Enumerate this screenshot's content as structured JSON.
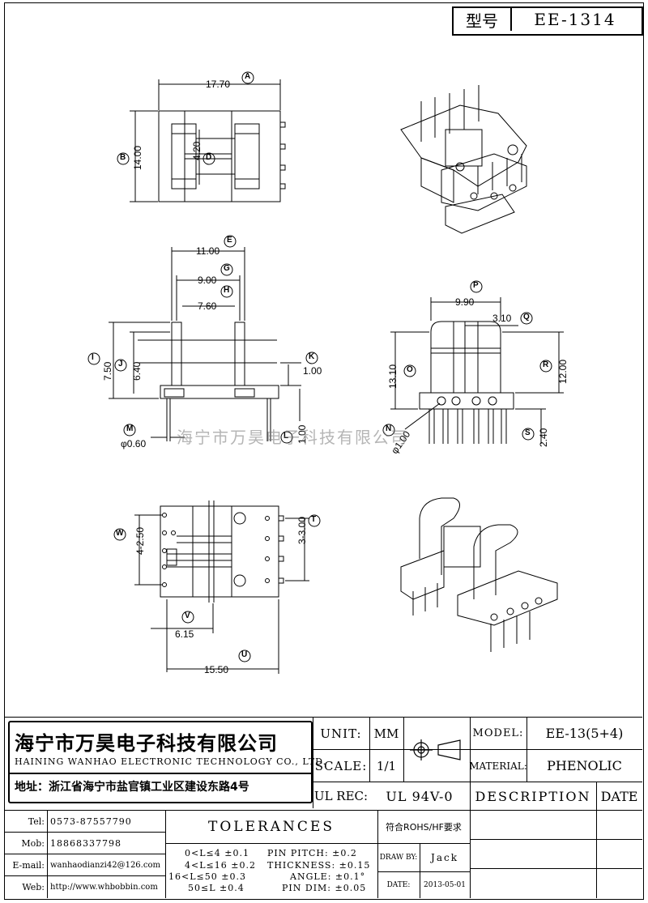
{
  "header": {
    "type_label": "型号",
    "type_value": "EE-1314"
  },
  "dimensions": {
    "a": "17.70",
    "b": "14.00",
    "d": "4.20",
    "e": "11.00",
    "g": "9.00",
    "h": "7.60",
    "i": "7.50",
    "j": "6.40",
    "k": "1.00",
    "l": "1.00",
    "m": "φ0.60",
    "p": "9.90",
    "q": "3.10",
    "o": "13.10",
    "r": "12.00",
    "s": "2.40",
    "n": "φ1.00",
    "w": "4-2.50",
    "t": "3-3.00",
    "v": "6.15",
    "u": "15.50"
  },
  "letters": [
    "A",
    "B",
    "D",
    "E",
    "G",
    "H",
    "I",
    "J",
    "K",
    "L",
    "M",
    "P",
    "Q",
    "O",
    "R",
    "N",
    "S",
    "W",
    "T",
    "V",
    "U"
  ],
  "watermark": "海宁市万昊电子科技有限公司",
  "company": {
    "name_cn": "海宁市万昊电子科技有限公司",
    "name_en": "HAINING WANHAO ELECTRONIC TECHNOLOGY CO., LTD.",
    "address": "地址：浙江省海宁市盐官镇工业区建设东路4号"
  },
  "contacts": [
    {
      "label": "Tel:",
      "value": "0573-87557790"
    },
    {
      "label": "Mob:",
      "value": "18868337798"
    },
    {
      "label": "E-mail:",
      "value": "wanhaodianzi42@126.com"
    },
    {
      "label": "Web:",
      "value": "http://www.whbobbin.com"
    }
  ],
  "spec": {
    "unit_label": "UNIT:",
    "unit_value": "MM",
    "scale_label": "SCALE:",
    "scale_value": "1/1",
    "ulrec_label": "UL REC:",
    "ulrec_value": "UL 94V-0",
    "model_label": "MODEL:",
    "model_value": "EE-13(5+4)",
    "material_label": "MATERIAL:",
    "material_value": "PHENOLIC",
    "description_label": "DESCRIPTION",
    "date_label": "DATE"
  },
  "tolerances": {
    "title": "TOLERANCES",
    "ranges": [
      "0<L≤4 ±0.1",
      "4<L≤16 ±0.2",
      "16<L≤50 ±0.3",
      "50≤L ±0.4"
    ],
    "specs": [
      "PIN PITCH: ±0.2",
      "THICKNESS: ±0.15",
      "ANGLE: ±0.1°",
      "PIN DIM: ±0.05"
    ],
    "rohs": "符合ROHS/HF要求",
    "drawn_label": "DRAW BY:",
    "drawn_value": "Jack",
    "date_label": "DATE:",
    "date_value": "2013-05-01"
  }
}
